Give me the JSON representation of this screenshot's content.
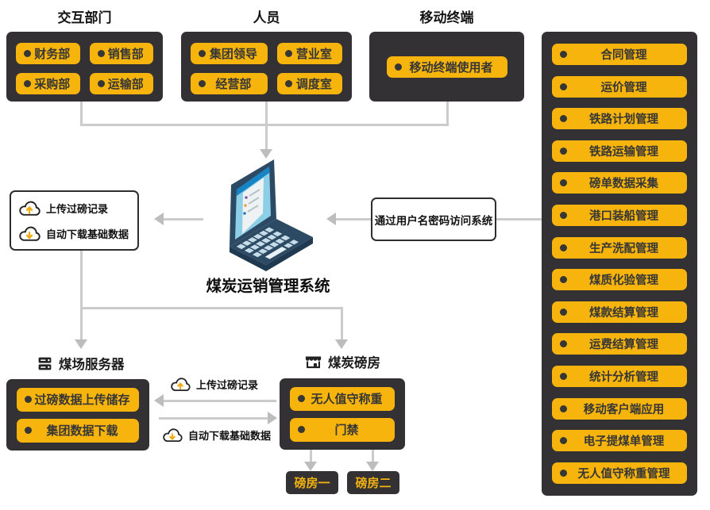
{
  "top_groups": [
    {
      "title": "交互部门",
      "items": [
        "财务部",
        "销售部",
        "采购部",
        "运输部"
      ]
    },
    {
      "title": "人员",
      "items": [
        "集团领导",
        "营业室",
        "经营部",
        "调度室"
      ]
    },
    {
      "title": "移动终端",
      "items": [
        "移动终端使用者"
      ]
    }
  ],
  "right_panel": {
    "items": [
      "合同管理",
      "运价管理",
      "铁路计划管理",
      "铁路运输管理",
      "磅单数据采集",
      "港口装船管理",
      "生产洗配管理",
      "煤质化验管理",
      "煤款结算管理",
      "运费结算管理",
      "统计分析管理",
      "移动客户端应用",
      "电子提煤单管理",
      "无人值守称重管理"
    ]
  },
  "center": {
    "system_label": "煤炭运销管理系统",
    "access_note": "通过用户名密码访问系统"
  },
  "sync_box": {
    "upload": "上传过磅记录",
    "download": "自动下载基础数据"
  },
  "server_section": {
    "title": "煤场服务器",
    "items": [
      "过磅数据上传储存",
      "集团数据下载"
    ]
  },
  "weighbridge_section": {
    "title": "煤炭磅房",
    "items": [
      "无人值守称重",
      "门禁"
    ],
    "children": [
      "磅房一",
      "磅房二"
    ]
  },
  "transfer_arrows": {
    "upload": "上传过磅记录",
    "download": "自动下载基础数据"
  },
  "icons": {
    "upload": "cloud-arrow-up",
    "download": "cloud-arrow-down",
    "server": "server-stack",
    "weighbridge": "storefront",
    "system": "laptop"
  },
  "colors": {
    "accent_yellow": "#F6B40D",
    "dark_box": "#333134",
    "connector_gray": "#CBCBCB",
    "screen_blue": "#8ECFE8"
  }
}
